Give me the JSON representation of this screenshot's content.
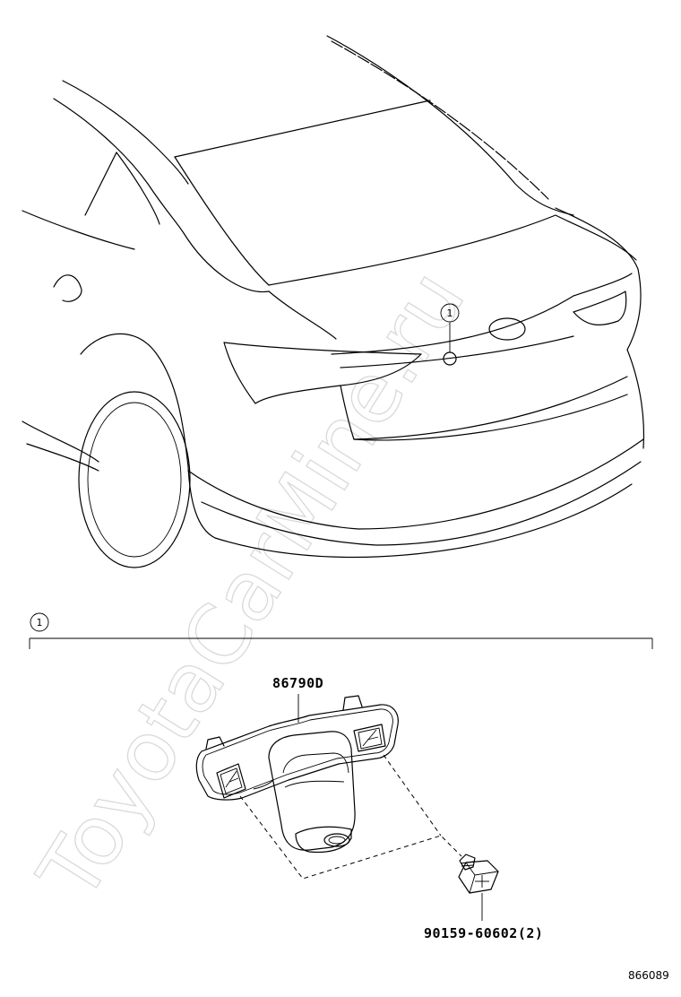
{
  "watermark": "ToyotaCarMine.ru",
  "callout_number": "1",
  "section_number": "1",
  "parts": {
    "camera_part_no": "86790D",
    "screw_part_no": "90159-60602(2)"
  },
  "illustration_id": "866089"
}
